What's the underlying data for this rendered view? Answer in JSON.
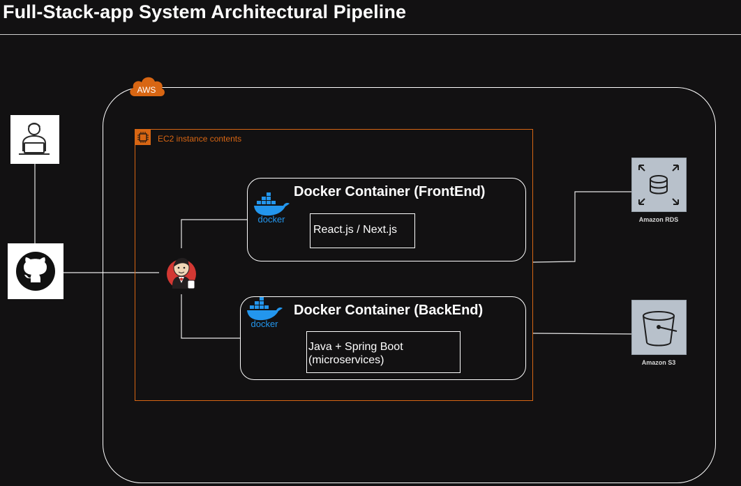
{
  "title": "Full-Stack-app System Architectural Pipeline",
  "aws": {
    "label": "AWS"
  },
  "ec2": {
    "label": "EC2 instance contents"
  },
  "frontend": {
    "title": "Docker Container (FrontEnd)",
    "tech": "React.js / Next.js",
    "docker_logo": "docker"
  },
  "backend": {
    "title": "Docker Container (BackEnd)",
    "tech": "Java + Spring Boot\n(microservices)",
    "docker_logo": "docker"
  },
  "services": {
    "rds": {
      "label": "Amazon RDS",
      "icon": "database-icon"
    },
    "s3": {
      "label": "Amazon S3",
      "icon": "bucket-icon"
    }
  },
  "nodes": {
    "user": {
      "icon": "developer-laptop-icon"
    },
    "github": {
      "icon": "github-icon"
    },
    "jenkins": {
      "icon": "jenkins-icon"
    }
  },
  "colors": {
    "background": "#121112",
    "line": "#ffffff",
    "ec2_accent": "#d86613",
    "aws_cloud": "#d86613",
    "service_tile": "#b8c1cb",
    "docker_blue": "#2396ed"
  }
}
